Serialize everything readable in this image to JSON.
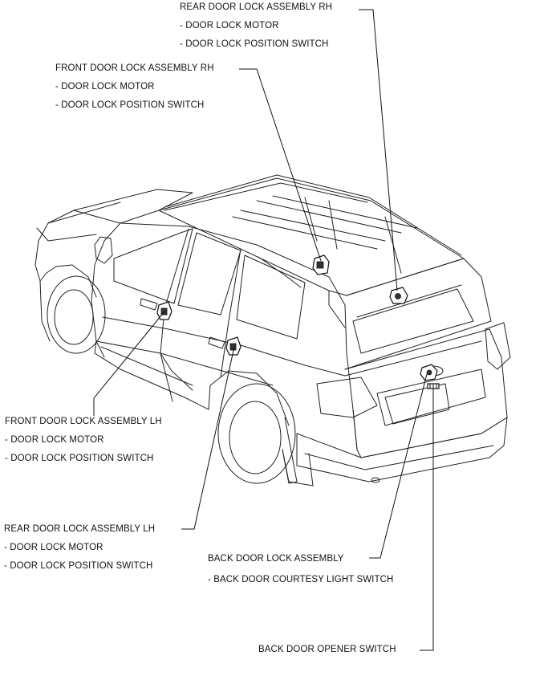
{
  "labels": {
    "rear_rh": {
      "title": "REAR DOOR LOCK ASSEMBLY RH",
      "sub1": "- DOOR LOCK MOTOR",
      "sub2": "- DOOR LOCK POSITION SWITCH"
    },
    "front_rh": {
      "title": "FRONT DOOR LOCK ASSEMBLY RH",
      "sub1": "- DOOR LOCK MOTOR",
      "sub2": "- DOOR LOCK POSITION SWITCH"
    },
    "front_lh": {
      "title": "FRONT DOOR LOCK ASSEMBLY LH",
      "sub1": "- DOOR LOCK MOTOR",
      "sub2": "- DOOR LOCK POSITION SWITCH"
    },
    "rear_lh": {
      "title": "REAR DOOR LOCK ASSEMBLY LH",
      "sub1": "- DOOR LOCK MOTOR",
      "sub2": "- DOOR LOCK POSITION SWITCH"
    },
    "back_door": {
      "title": "BACK DOOR LOCK ASSEMBLY",
      "sub1": "- BACK DOOR COURTESY LIGHT SWITCH"
    },
    "opener": {
      "title": "BACK DOOR OPENER SWITCH"
    }
  }
}
